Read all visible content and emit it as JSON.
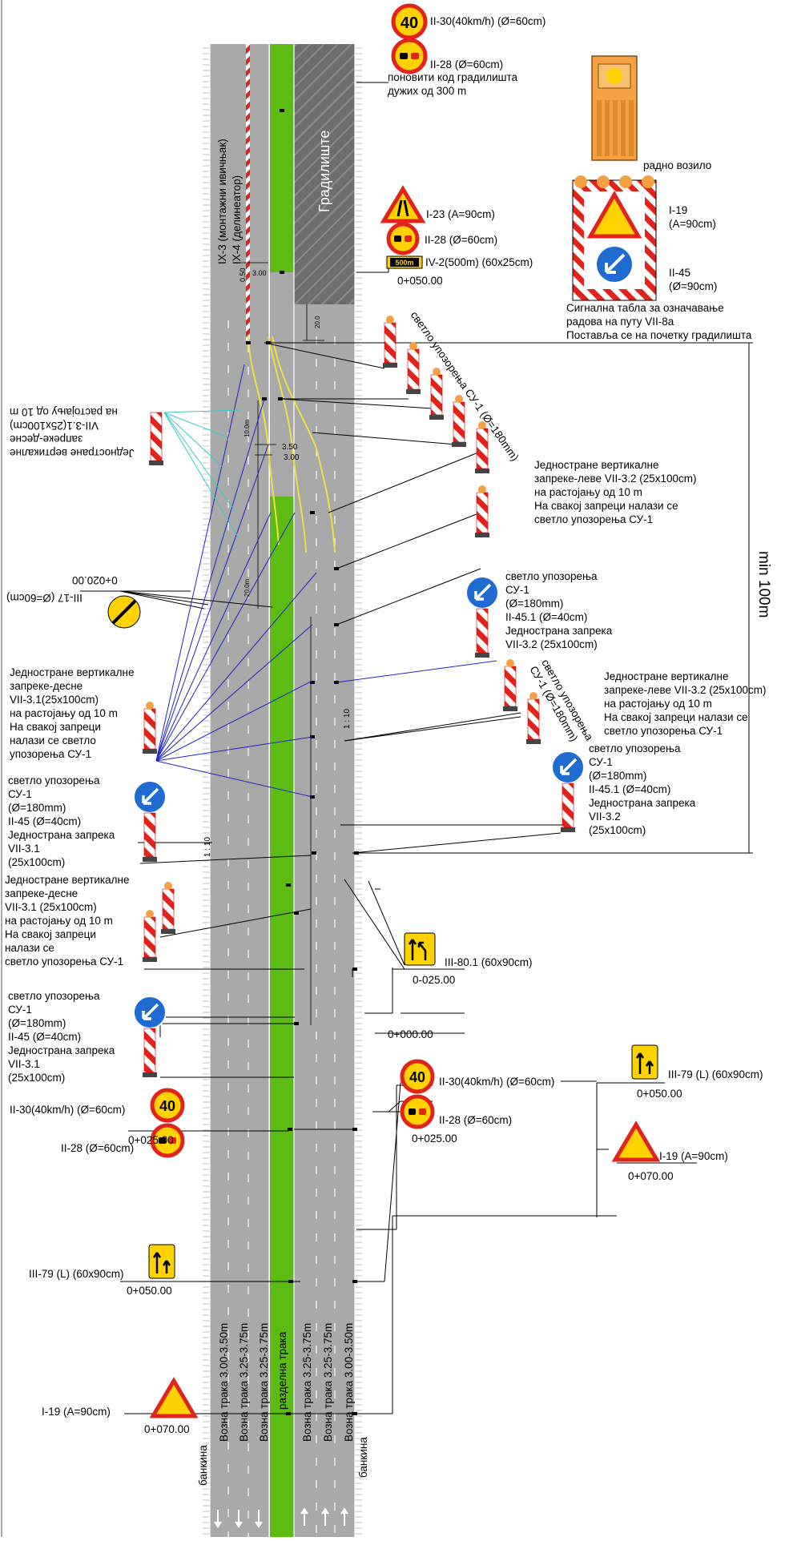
{
  "labels": {
    "top_ii30": "II-30(40km/h) (Ø=60cm)",
    "top_ii28": "II-28 (Ø=60cm)",
    "top_repeat": "поновити код градилишта\nдужих од 300 m",
    "i23": "I-23 (A=90cm)",
    "ii28_b": "II-28 (Ø=60cm)",
    "iv2": "IV-2(500m) (60x25cm)",
    "iv2_plate": "500m",
    "ch_050_top": "0+050.00",
    "radno_vozilo": "радно возило",
    "veh_i19": "I-19\n(A=90cm)",
    "veh_ii45": "II-45\n(Ø=90cm)",
    "signal_board": "Сигнална табла за означавање\nрадова на путу VII-8a\nПоставља се на почетку градилишта",
    "left_barriers_flipped": "Једностране вертикалне\nзапреке-десне\nVII-3.1(25x100cm)\nна растојању од 10 m",
    "lamp_su1_top": "светло упозорења СУ-1 (Ø=180mm)",
    "right_barriers_1": "Једностране вертикалне\nзапреке-леве VII-3.2 (25x100cm)\nна растојању од 10 m\nНа свакој запреци налази се\nсветло упозорења СУ-1",
    "iii17_flipped": "III-17 (Ø=60cm)",
    "ch_020_flipped": "0+020.00",
    "right_su1_a": "светло упозорења\nСУ-1\n(Ø=180mm)\nII-45.1 (Ø=40cm)\nЈедностранa запрека\nVII-3.2 (25x100cm)",
    "right_barriers_2": "Једностране вертикалне\nзапреке-леве VII-3.2 (25x100cm)\nна растојању од 10 m\nНа свакој запреци налази се\nсветло упозорења СУ-1",
    "lamp_su1_mid": "светло упозорења\nСУ-1 (Ø=180mm)",
    "right_su1_b": "светло упозорења\nСУ-1\n(Ø=180mm)\nII-45.1 (Ø=40cm)\nЈедностранa запрека\nVII-3.2\n(25x100cm)",
    "min100": "min 100m",
    "left_barriers_a": "Једностране вертикалне\nзапреке-десне\nVII-3.1(25x100cm)\nна растојању од 10 m\nНа свакој запреци\nналази се светло\nупозорења СУ-1",
    "left_su1_a": "светло упозорења\nСУ-1\n(Ø=180mm)\nII-45 (Ø=40cm)\nЈедностранa запрека\nVII-3.1\n(25x100cm)",
    "left_barriers_b": "Једностране вертикалне\nзапреке-десне\nVII-3.1 (25x100cm)\nна растојању од 10 m\nНа свакој запреци\nналази се\nсветло упозорења СУ-1",
    "iii80": "III-80.1 (60x90cm)",
    "ch_m025": "0-025.00",
    "left_su1_b": "светло упозорења\nСУ-1\n(Ø=180mm)\nII-45 (Ø=40cm)\nЈедностранa запрека\nVII-3.1\n(25x100cm)",
    "ch_000": "0+000.00",
    "r_ii30": "II-30(40km/h) (Ø=60cm)",
    "r_ii28": "II-28 (Ø=60cm)",
    "r_ch025": "0+025.00",
    "l_ii30": "II-30(40km/h) (Ø=60cm)",
    "l_ii28": "II-28 (Ø=60cm)",
    "l_ch025": "0+025.00",
    "r_iii79": "III-79 (L) (60x90cm)",
    "r_ch050": "0+050.00",
    "r_i19": "I-19 (A=90cm)",
    "r_ch070": "0+070.00",
    "l_iii79": "III-79 (L) (60x90cm)",
    "l_ch050": "0+050.00",
    "l_i19": "I-19 (A=90cm)",
    "l_ch070": "0+070.00",
    "sign_40": "40",
    "ix3": "IX-3 (монтажни ивичњак)",
    "ix4": "IX-4 (делинеатор)",
    "gradiliste": "Градилиште",
    "lane_l1": "Возна трака 3.00-3.50m",
    "lane_l2": "Возна трака 3.25-3.75m",
    "lane_l3": "Возна трака 3.25-3.75m",
    "median": "разделна трака",
    "lane_r1": "Возна трака 3.25-3.75m",
    "lane_r2": "Возна трака 3.25-3.75m",
    "lane_r3": "Возна трака 3.00-3.50m",
    "bankina_l": "банкина",
    "bankina_r": "банкина",
    "ratio_a": "1 : 10",
    "ratio_b": "1 : 10",
    "dim_050": "0.50",
    "dim_300": "3.00",
    "dim_350": "3.50",
    "dim_300b": "3.00",
    "dim_200": "20.0",
    "dim_10": "10.0m",
    "dim_20": "20.0m"
  },
  "colors": {
    "road": "#a9a9a9",
    "median": "#5dbc14",
    "worksite": "#6e6e6e",
    "sign_red": "#e2231a",
    "sign_yellow": "#ffd200",
    "sign_blue": "#1f6bd1",
    "leader_blue": "#2222cc",
    "leader_cyan": "#33cccc",
    "delineator_yellow": "#f0e040",
    "vehicle_orange": "#f5a045"
  },
  "icons": [
    "speed-limit-sign-icon",
    "no-overtaking-sign-icon",
    "road-narrows-sign-icon",
    "road-works-sign-icon",
    "keep-left-sign-icon",
    "lane-shift-sign-icon",
    "direction-arrow-sign-icon",
    "warning-lamp-icon",
    "barrier-icon",
    "end-restriction-sign-icon"
  ]
}
